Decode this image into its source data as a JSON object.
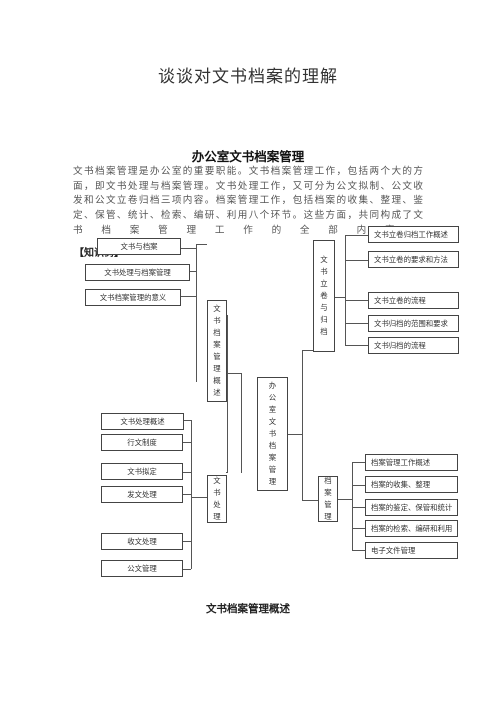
{
  "document": {
    "title": "谈谈对文书档案的理解",
    "section_title": "办公室文书档案管理",
    "paragraph_lines": [
      "文书档案管理是办公室的重要职能。文书档案管理工作，包括两个大的方",
      "面，即文书处理与档案管理。文书处理工作，又可分为公文拟制、公文收",
      "发和公文立卷归档三项内容。档案管理工作，包括档案的收集、整理、鉴",
      "定、保管、统计、检索、编研、利用八个环节。这些方面，共同构成了文",
      "书档案管理工作的全部内容。"
    ],
    "knowledge_tree_label": "【知识树】",
    "bottom_title": "文书档案管理概述"
  },
  "tree": {
    "center": "办公室文书档案管理",
    "overview": {
      "label": "文书档案管理概述",
      "children": [
        "文书与档案",
        "文书处理与档案管理",
        "文书档案管理的意义"
      ]
    },
    "processing": {
      "label": "文书处理",
      "children": [
        "文书处理概述",
        "行文制度",
        "文书拟定",
        "发文处理",
        "收文处理",
        "公文管理"
      ]
    },
    "filing": {
      "label": "文书立卷与归档",
      "children": [
        "文书立卷归档工作概述",
        "文书立卷的要求和方法",
        "文书立卷的流程",
        "文书归档的范围和要求",
        "文书归档的流程"
      ]
    },
    "archive": {
      "label": "档案管理",
      "children": [
        "档案管理工作概述",
        "档案的收集、整理",
        "档案的鉴定、保管和统计",
        "档案的检索、编研和利用",
        "电子文件管理"
      ]
    }
  }
}
